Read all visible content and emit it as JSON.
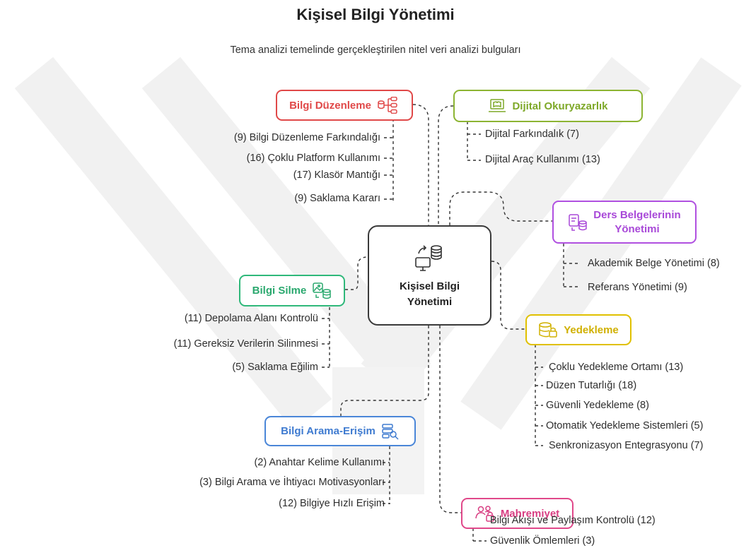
{
  "title": "Kişisel Bilgi Yönetimi",
  "subtitle": "Tema analizi temelinde gerçekleştirilen nitel veri analizi bulguları",
  "center": {
    "line1": "Kişisel Bilgi",
    "line2": "Yönetimi",
    "icon": "computer-database-sync-icon"
  },
  "colors": {
    "bilgi_duzenleme": "#e04848",
    "dijital_okuryazarlik": "#8cb432",
    "ders_belgeleri": "#b050e0",
    "bilgi_silme": "#2fb87a",
    "yedekleme": "#e0c000",
    "bilgi_arama": "#4a86d8",
    "mahremiyet": "#e0488a"
  },
  "themes": {
    "bilgi_duzenleme": {
      "label": "Bilgi Düzenleme",
      "icon": "hierarchy-database-icon",
      "items": [
        "(9) Bilgi Düzenleme Farkındalığı",
        "(16) Çoklu Platform Kullanımı",
        "(17) Klasör Mantığı",
        "(9) Saklama Kararı"
      ]
    },
    "dijital_okuryazarlik": {
      "label": "Dijital Okuryazarlık",
      "icon": "laptop-book-icon",
      "items": [
        "Dijital Farkındalık (7)",
        "Dijital Araç Kullanımı (13)"
      ]
    },
    "ders_belgeleri": {
      "label1": "Ders Belgelerinin",
      "label2": "Yönetimi",
      "icon": "document-database-icon",
      "items": [
        "Akademik Belge Yönetimi (8)",
        "Referans Yönetimi (9)"
      ]
    },
    "bilgi_silme": {
      "label": "Bilgi Silme",
      "icon": "image-database-icon",
      "items": [
        "(11) Depolama Alanı Kontrolü",
        "(11) Gereksiz Verilerin Silinmesi",
        "(5) Saklama Eğilim"
      ]
    },
    "yedekleme": {
      "label": "Yedekleme",
      "icon": "database-lock-icon",
      "items": [
        "Çoklu Yedekleme Ortamı (13)",
        "Düzen Tutarlığı (18)",
        "Güvenli Yedekleme (8)",
        "Otomatik Yedekleme Sistemleri (5)",
        "Senkronizasyon Entegrasyonu (7)"
      ]
    },
    "bilgi_arama": {
      "label": "Bilgi Arama-Erişim",
      "icon": "search-database-icon",
      "items": [
        "(2) Anahtar Kelime Kullanımı",
        "(3) Bilgi Arama ve İhtiyacı Motivasyonları",
        "(12) Bilgiye Hızlı Erişim"
      ]
    },
    "mahremiyet": {
      "label": "Mahremiyet",
      "icon": "users-lock-icon",
      "items": [
        "Bilgi Akışı ve Paylaşım Kontrolü (12)",
        "Güvenlik Ömlemleri (3)"
      ]
    }
  }
}
